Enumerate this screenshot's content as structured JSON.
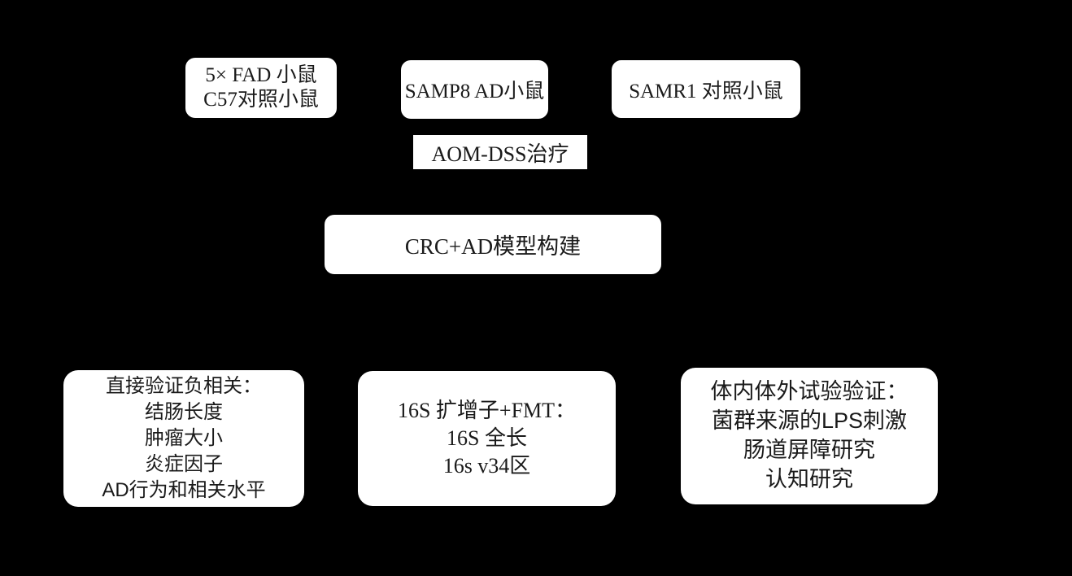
{
  "diagram": {
    "type": "flowchart",
    "colors": {
      "background": "#000000",
      "box_fill": "#ffffff",
      "box_text": "#1a1a1a"
    },
    "boxes": {
      "fad": {
        "lines": [
          "5× FAD 小鼠",
          "C57对照小鼠"
        ]
      },
      "samp8": {
        "lines": [
          "SAMP8 AD小鼠"
        ]
      },
      "samr1": {
        "lines": [
          "SAMR1 对照小鼠"
        ]
      },
      "aom_dss": {
        "lines": [
          "AOM-DSS治疗"
        ]
      },
      "crc_ad_model": {
        "lines": [
          "CRC+AD模型构建"
        ]
      },
      "verify_negative_correlation": {
        "lines": [
          "直接验证负相关：",
          "结肠长度",
          "肿瘤大小",
          "炎症因子",
          "AD行为和相关水平"
        ]
      },
      "amplicon_fmt": {
        "lines": [
          "16S 扩增子+FMT：",
          "16S 全长",
          "16s v34区"
        ]
      },
      "in_vivo_in_vitro": {
        "lines": [
          "体内体外试验验证：",
          "菌群来源的LPS刺激",
          "肠道屏障研究",
          "认知研究"
        ]
      }
    }
  }
}
